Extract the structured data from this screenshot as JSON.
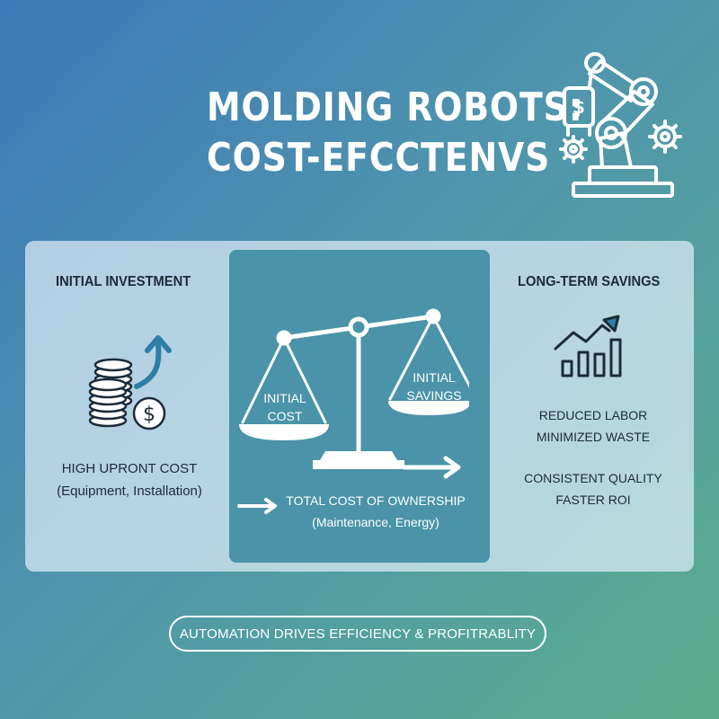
{
  "title": {
    "line1": "MOLDING ROBOTS:",
    "line2": "COST-EFCCTENVS"
  },
  "left": {
    "heading": "INITIAL INVESTMENT",
    "line1": "HIGH UPRONT COST",
    "line2": "(Equipment, Installation)"
  },
  "center": {
    "pan_left": {
      "line1": "INITIAL",
      "line2": "COST"
    },
    "pan_right": {
      "line1": "INITIAL",
      "line2": "SAVINGS"
    },
    "line1": "TOTAL COST OF OWNERSHIP",
    "line2": "(Maintenance, Energy)"
  },
  "right": {
    "heading": "LONG-TERM SAVINGS",
    "items": [
      "REDUCED LABOR",
      "MINIMIZED WASTE",
      "CONSISTENT QUALITY",
      "FASTER ROI"
    ]
  },
  "footer": {
    "label": "AUTOMATION DRIVES EFFICIENCY & PROFITRABLITY"
  },
  "colors": {
    "background_start": "#3d78b8",
    "background_end": "#5aae8c",
    "panel": "#deecf6",
    "center_panel": "#4a93a8",
    "dark_text": "#1c2b3a",
    "accent_arrow": "#2e7fa8"
  },
  "icons": [
    "industrial-robot-arm-icon",
    "coin-stack-icon",
    "dollar-coin-icon",
    "rising-arrow-icon",
    "balance-scale-icon",
    "growth-bar-chart-icon",
    "right-arrow-icon"
  ]
}
